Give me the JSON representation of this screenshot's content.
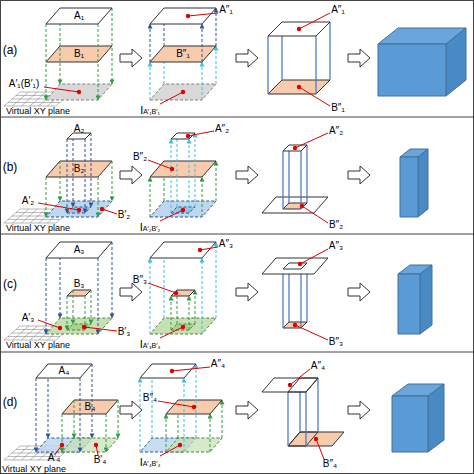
{
  "diagram": {
    "labels": [
      "(a)",
      "A₁",
      "B₁",
      "A′₁(B′₁)",
      "Virtual XY plane",
      "A″₁",
      "B″₁",
      "IA′₁B′₁",
      "A″₁",
      "B″₁",
      "(b)",
      "A₂",
      "B₂",
      "B′₂",
      "A′₂",
      "Virtual XY plane",
      "A″₂",
      "B″₂",
      "IA′₂B′₂",
      "A″₂",
      "B″₂",
      "(c)",
      "A₃",
      "B₃",
      "B′₃",
      "A′₃",
      "Virtual XY plane",
      "A″₃",
      "B″₃",
      "IA′₃B′₃",
      "A″₃",
      "B″₃",
      "(d)",
      "A₄",
      "B₄",
      "A′₄",
      "B′₄",
      "Virtual XY plane",
      "A″₄",
      "B″₄",
      "IA′₄B′₄",
      "A″₄",
      "B″₄"
    ]
  }
}
